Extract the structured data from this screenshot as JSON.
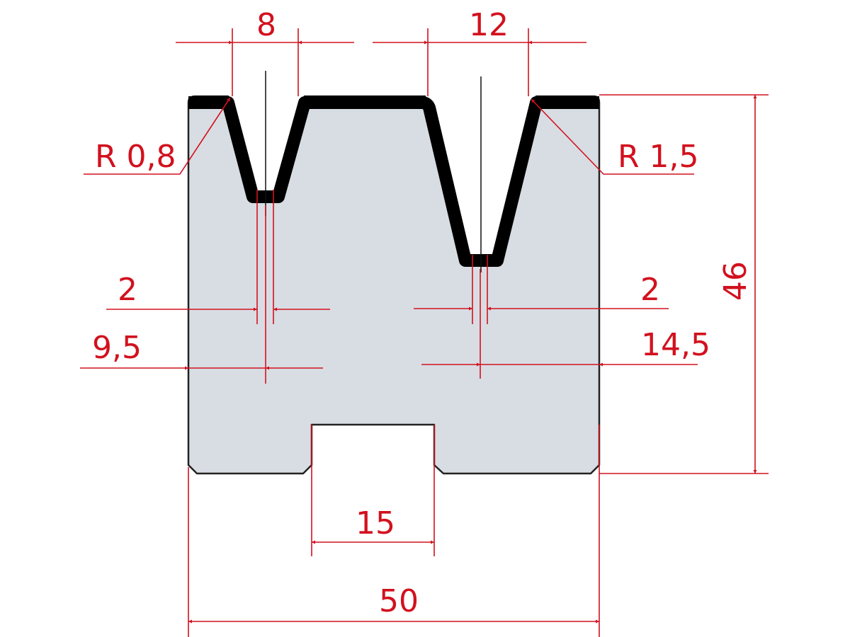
{
  "drawing": {
    "title": "Double V die profile",
    "colors": {
      "dimension": "#d2111e",
      "body_fill": "#d8dde3",
      "outline": "#222222",
      "v_edge": "#000000"
    },
    "dimensions": {
      "small_v_opening": "8",
      "large_v_opening": "12",
      "small_v_radius": "R 0,8",
      "large_v_radius": "R 1,5",
      "small_v_bottom_width": "2",
      "large_v_bottom_width": "2",
      "small_v_offset_from_left": "9,5",
      "large_v_offset_from_right": "14,5",
      "total_height": "46",
      "tang_slot_width": "15",
      "total_width": "50"
    }
  }
}
